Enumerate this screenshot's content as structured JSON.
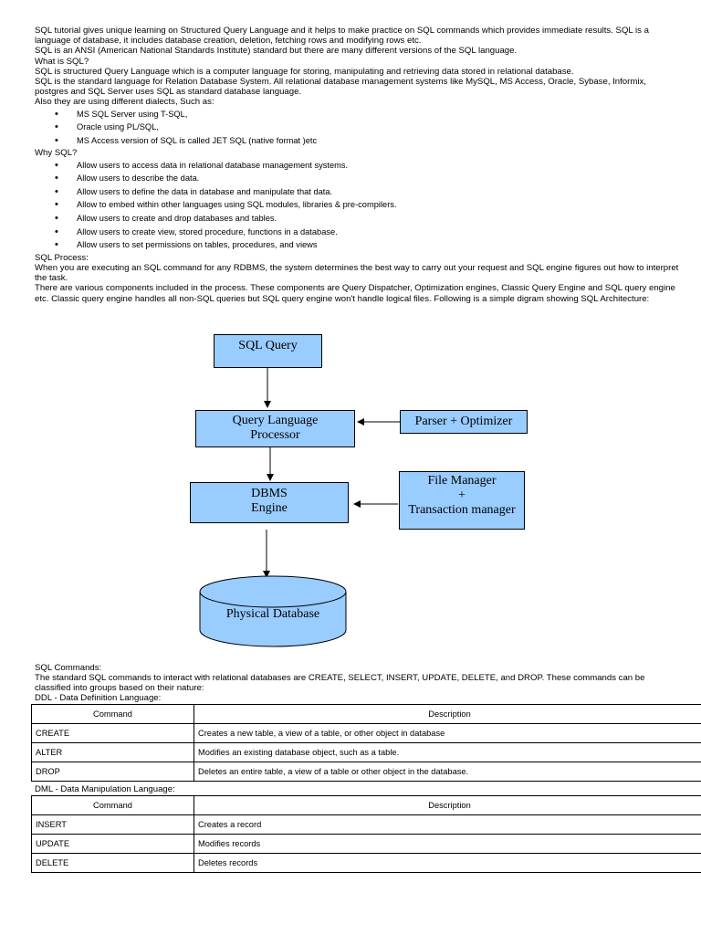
{
  "intro": {
    "p1": "SQL tutorial gives unique learning on Structured Query Language and it helps to make practice on SQL commands which provides immediate results. SQL is a language of database, it includes database creation, deletion, fetching rows and modifying rows etc.",
    "p2": "SQL is an ANSI (American National Standards Institute) standard but there are many different versions of the SQL language.",
    "h_what": "What is SQL?",
    "p3": "SQL is structured Query Language which is a computer language for storing, manipulating and retrieving data stored in relational database.",
    "p4": "SQL is the standard language for Relation Database System. All relational database management systems like MySQL, MS Access, Oracle, Sybase, Informix, postgres and SQL Server uses SQL as standard database language.",
    "p5": "Also they are using different dialects, Such as:",
    "dialects": [
      "MS SQL Server using T-SQL,",
      "Oracle using PL/SQL,",
      "MS Access version of SQL is called JET SQL (native format )etc"
    ],
    "h_why": "Why SQL?",
    "why": [
      "Allow users to access data in relational database management systems.",
      "Allow users to describe the data.",
      "Allow users to define the data in database and manipulate that data.",
      "Allow to embed within other languages using SQL modules, libraries & pre-compilers.",
      "Allow users to create and drop databases and tables.",
      "Allow users to create view, stored procedure, functions in a database.",
      "Allow users to set permissions on tables, procedures, and views"
    ],
    "h_process": "SQL Process:",
    "p6": "When you are executing an SQL command for any RDBMS, the system determines the best way to carry out your request and SQL engine figures out how to interpret the task.",
    "p7": "There are various components included in the process. These components are Query Dispatcher, Optimization engines, Classic Query Engine and SQL query engine etc. Classic query engine handles all non-SQL queries but SQL query engine won't handle logical files. Following is a simple digram showing SQL Architecture:"
  },
  "diagram": {
    "sql_query": "SQL Query",
    "qlp_line1": "Query Language",
    "qlp_line2": "Processor",
    "parser": "Parser + Optimizer",
    "dbms_line1": "DBMS",
    "dbms_line2": "Engine",
    "fm_line1": "File Manager",
    "fm_line2": "+",
    "fm_line3": "Transaction manager",
    "physical_db": "Physical Database",
    "fill_color": "#99ccff"
  },
  "commands": {
    "h_commands": "SQL Commands:",
    "p8": "The standard SQL commands to interact with relational databases are CREATE, SELECT, INSERT, UPDATE, DELETE, and DROP. These commands can be classified into groups based on their nature:",
    "ddl_title": "DDL - Data Definition Language:",
    "dml_title": "DML - Data Manipulation Language:",
    "col_command": "Command",
    "col_description": "Description",
    "ddl": [
      {
        "cmd": "CREATE",
        "desc": "Creates a new table, a view of a table, or other object in database"
      },
      {
        "cmd": "ALTER",
        "desc": "Modifies an existing database object, such as a table."
      },
      {
        "cmd": "DROP",
        "desc": "Deletes an entire table, a view of a table or other object in the database."
      }
    ],
    "dml": [
      {
        "cmd": "INSERT",
        "desc": "Creates a record"
      },
      {
        "cmd": "UPDATE",
        "desc": "Modifies records"
      },
      {
        "cmd": "DELETE",
        "desc": "Deletes records"
      }
    ]
  }
}
